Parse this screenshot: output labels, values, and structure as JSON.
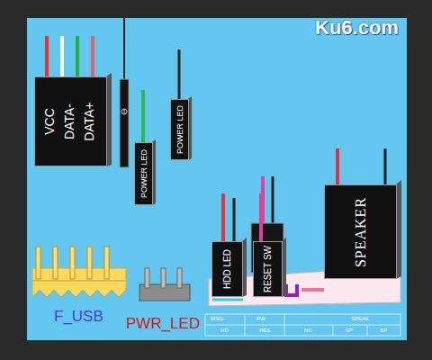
{
  "diagram": {
    "nodes": [
      {
        "text": [
          "VCC",
          "DATA-",
          "DATA+"
        ]
      },
      {
        "text": [
          "POWER LED"
        ]
      },
      {
        "text": [
          "POWER LED"
        ]
      },
      {
        "text": [
          "HDD LED"
        ]
      },
      {
        "text": [
          "RESET SW"
        ]
      },
      {
        "text": [
          "SPEAKER"
        ]
      }
    ],
    "labels": [
      "Ku6.com",
      "F_USB",
      "PWR_LED",
      "MSG-",
      "PW",
      "SPEAK",
      "HD",
      "RES",
      "NC",
      "SP",
      "SP"
    ]
  }
}
